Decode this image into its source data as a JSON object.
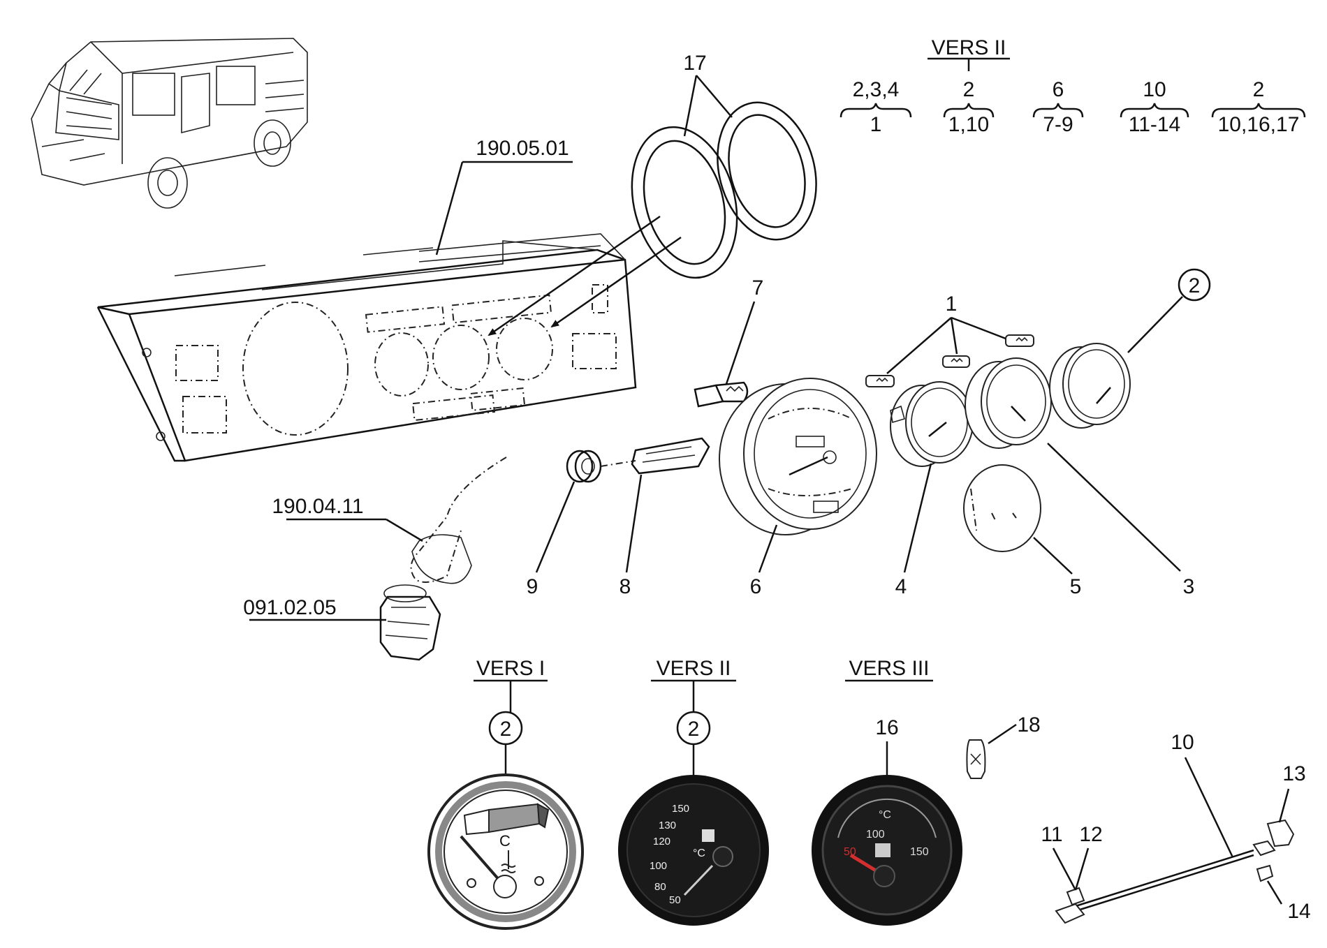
{
  "top_right_versions": {
    "header": "VERS II",
    "groups": [
      {
        "top": "2,3,4",
        "bottom": "1"
      },
      {
        "top": "2",
        "bottom": "1,10"
      },
      {
        "top": "6",
        "bottom": "7-9"
      },
      {
        "top": "10",
        "bottom": "11-14"
      },
      {
        "top": "2",
        "bottom": "10,16,17"
      }
    ]
  },
  "assembly_labels": {
    "panel": "190.05.01",
    "cable": "190.04.11",
    "sender": "091.02.05"
  },
  "part_numbers": {
    "p1": "1",
    "p2": "2",
    "p3": "3",
    "p4": "4",
    "p5": "5",
    "p6": "6",
    "p7": "7",
    "p8": "8",
    "p9": "9",
    "p10": "10",
    "p11": "11",
    "p12": "12",
    "p13": "13",
    "p14": "14",
    "p16": "16",
    "p17": "17",
    "p18": "18"
  },
  "bottom_versions": [
    {
      "title": "VERS I",
      "part": "2"
    },
    {
      "title": "VERS II",
      "part": "2"
    },
    {
      "title": "VERS III",
      "part": "16"
    }
  ],
  "gauge_vers1": {
    "letter": "C"
  },
  "gauge_vers2": {
    "ticks": [
      "150",
      "130",
      "120",
      "100",
      "80",
      "50"
    ],
    "unit": "°C"
  },
  "gauge_vers3": {
    "unit": "°C",
    "ticks": [
      "50",
      "100",
      "150"
    ]
  },
  "colors": {
    "line": "#111111",
    "gauge_red": "#d32f2f",
    "gauge_black": "#111111"
  }
}
